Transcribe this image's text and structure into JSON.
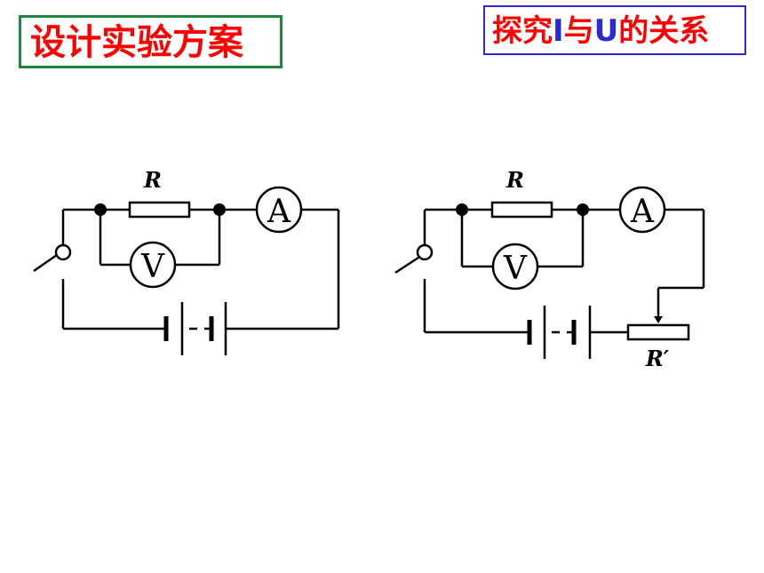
{
  "title": "设计实验方案",
  "topic": {
    "pre": "探究",
    "i": "I",
    "mid": "与",
    "u": "U",
    "post": "的关系"
  },
  "circuit1": {
    "resistor_label": "R",
    "ammeter_label": "A",
    "voltmeter_label": "V"
  },
  "circuit2": {
    "resistor_label": "R",
    "ammeter_label": "A",
    "voltmeter_label": "V",
    "rheostat_label": "R′"
  }
}
